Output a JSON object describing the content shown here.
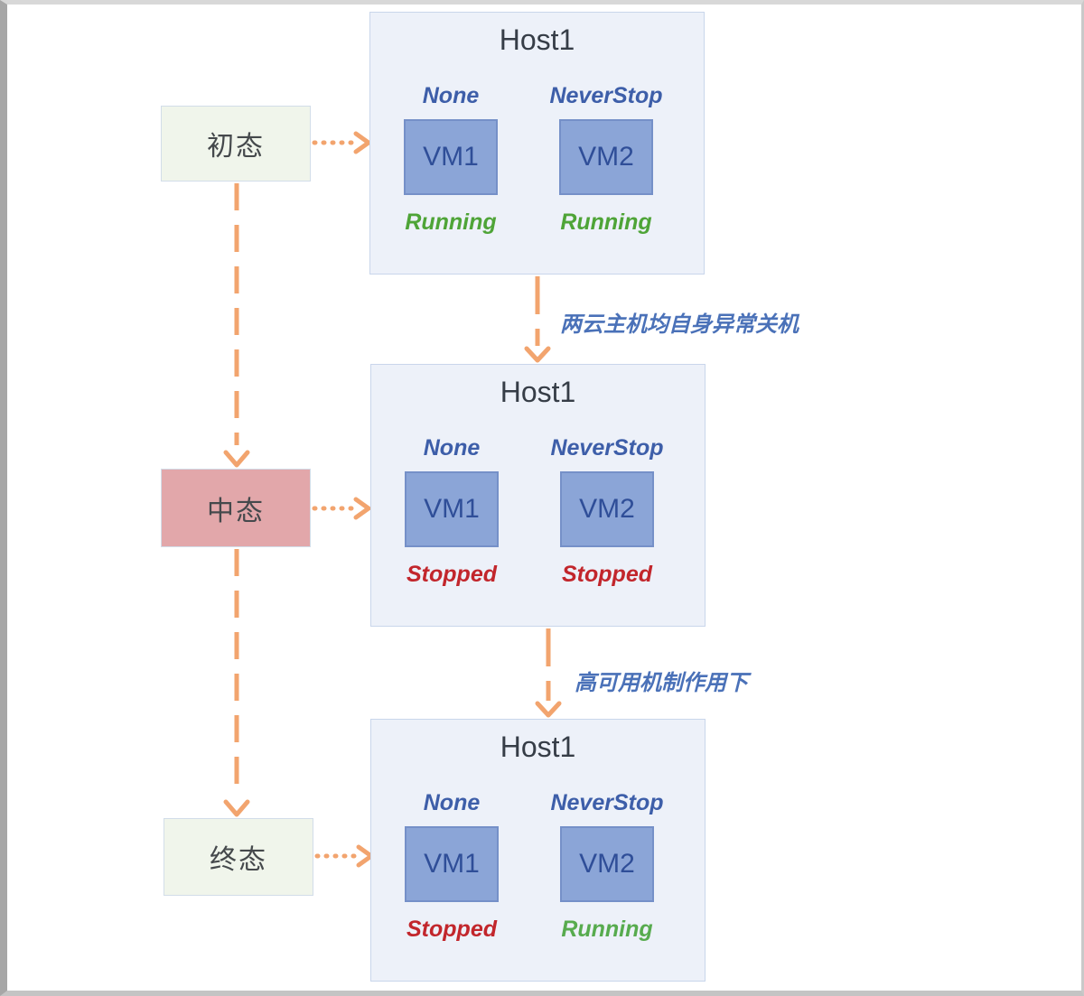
{
  "colors": {
    "arrow-orange": "#F2A46E",
    "host-bg": "#EDF1F9",
    "host-border": "#C9D6EB",
    "host-title-color": "#363D47",
    "vm-fill": "#8BA5D7",
    "vm-border": "#7590C8",
    "vm-text": "#2F4E98",
    "policy-blue": "#3D5EA9",
    "label-blue": "#4A71B8",
    "state-text": "#45494C",
    "state-green-bg": "#F0F5EB",
    "state-pink-bg": "#E2A7AA",
    "state-border": "#D2DDE9",
    "running-green": "#4EA437",
    "stopped-red": "#C2262C"
  },
  "states": [
    {
      "label": "初态"
    },
    {
      "label": "中态"
    },
    {
      "label": "终态"
    }
  ],
  "transitions": [
    {
      "label": "两云主机均自身异常关机"
    },
    {
      "label": "高可用机制作用下"
    }
  ],
  "hosts": [
    {
      "title": "Host1",
      "vms": [
        {
          "policy": "None",
          "name": "VM1",
          "status": "Running",
          "status_color": "#4EA437"
        },
        {
          "policy": "NeverStop",
          "name": "VM2",
          "status": "Running",
          "status_color": "#4EA437"
        }
      ]
    },
    {
      "title": "Host1",
      "vms": [
        {
          "policy": "None",
          "name": "VM1",
          "status": "Stopped",
          "status_color": "#C2262C"
        },
        {
          "policy": "NeverStop",
          "name": "VM2",
          "status": "Stopped",
          "status_color": "#C2262C"
        }
      ]
    },
    {
      "title": "Host1",
      "vms": [
        {
          "policy": "None",
          "name": "VM1",
          "status": "Stopped",
          "status_color": "#C2262C"
        },
        {
          "policy": "NeverStop",
          "name": "VM2",
          "status": "Running",
          "status_color": "#57AB4E"
        }
      ]
    }
  ]
}
